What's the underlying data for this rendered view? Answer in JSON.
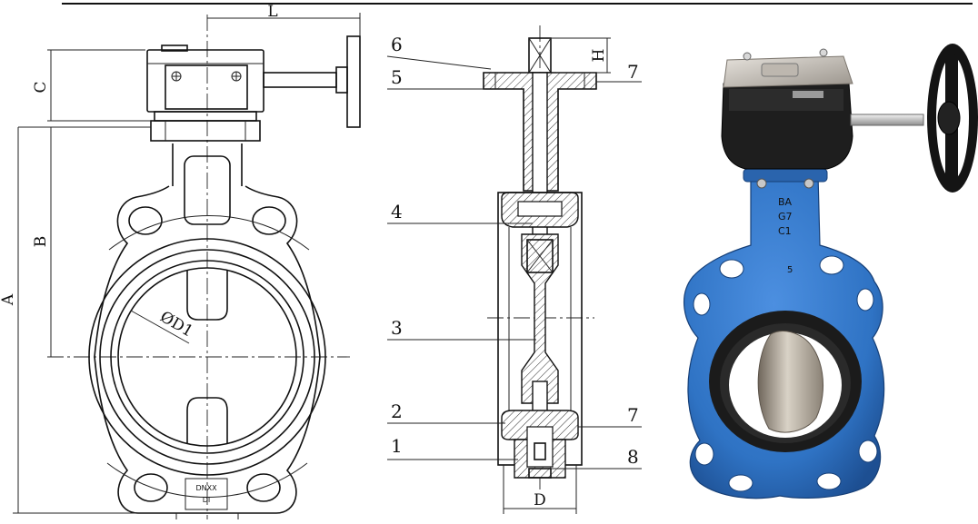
{
  "views": {
    "front": {
      "dimensions": {
        "a": "A",
        "b": "B",
        "c": "C",
        "l": "L",
        "d1": "ØD1"
      },
      "plate": {
        "line1": "DNXX",
        "line2": "DI"
      }
    },
    "section": {
      "parts": {
        "p1": "1",
        "p2": "2",
        "p3": "3",
        "p4": "4",
        "p5": "5",
        "p6": "6",
        "p7a": "7",
        "p7b": "7",
        "p8": "8"
      },
      "dimensions": {
        "h": "H",
        "d": "D"
      }
    },
    "photo": {
      "marks": {
        "m1": "BA",
        "m2": "G7",
        "m3": "C1",
        "m4": "5"
      },
      "colors": {
        "body": "#2f73c4",
        "body_dark": "#1d4f92",
        "seat": "#1b1b1b",
        "disc": "#a49a8c",
        "gearbox": "#1e1e1e",
        "cover": "#c9c4bd",
        "handwheel": "#141414"
      }
    }
  }
}
